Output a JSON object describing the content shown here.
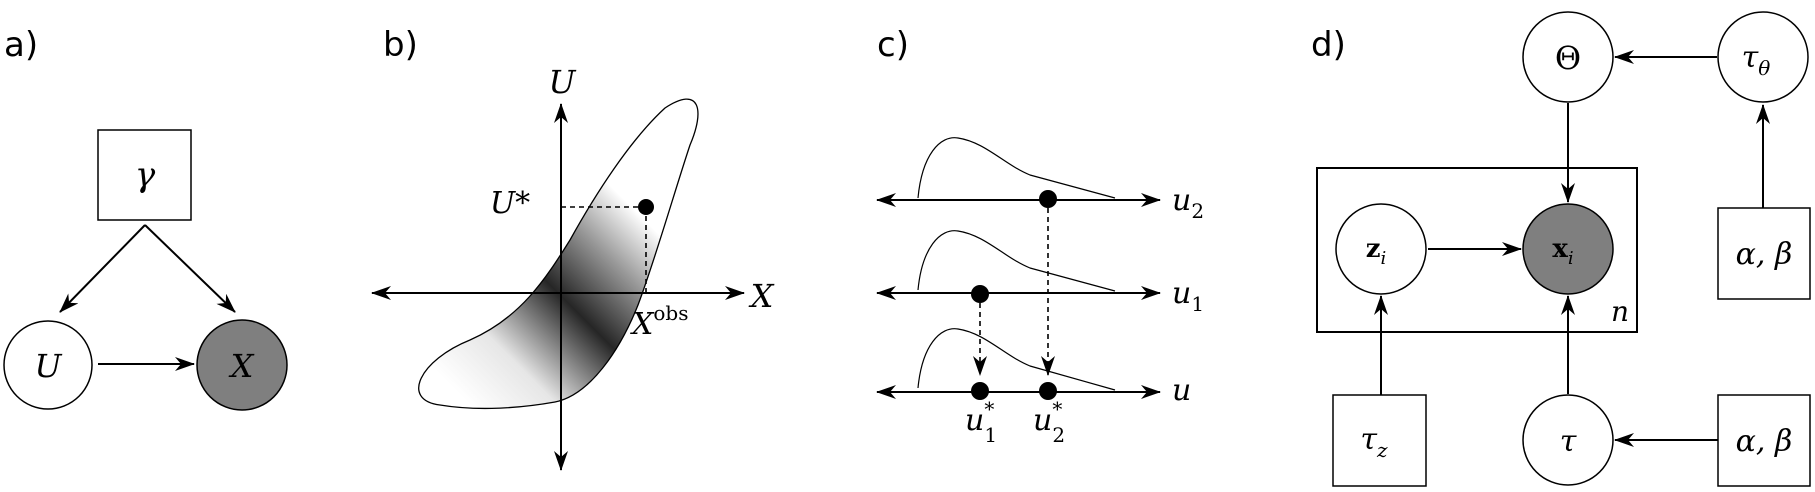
{
  "panels": {
    "a": {
      "label": "a)",
      "gamma": "γ",
      "u": "U",
      "x": "X"
    },
    "b": {
      "label": "b)",
      "axis_u": "U",
      "axis_x": "X",
      "u_star": "U*",
      "x_obs_base": "X",
      "x_obs_sup": "obs"
    },
    "c": {
      "label": "c)",
      "u2": "u",
      "u2_sub": "2",
      "u1": "u",
      "u1_sub": "1",
      "u": "u",
      "u1_star": "u",
      "u1_star_sub": "1",
      "u1_star_sup": "*",
      "u2_star": "u",
      "u2_star_sub": "2",
      "u2_star_sup": "*"
    },
    "d": {
      "label": "d)",
      "theta": "Θ",
      "tau_theta": "τ",
      "tau_theta_sub": "θ",
      "z": "z",
      "z_sub": "i",
      "x": "x",
      "x_sub": "i",
      "plate_n": "n",
      "alpha_beta_top": "α, β",
      "tau_z": "τ",
      "tau_z_sub": "z",
      "tau": "τ",
      "alpha_beta_bottom": "α, β"
    }
  },
  "colors": {
    "observed_node": "#7f7f7f",
    "line": "#000000",
    "background": "#ffffff"
  }
}
